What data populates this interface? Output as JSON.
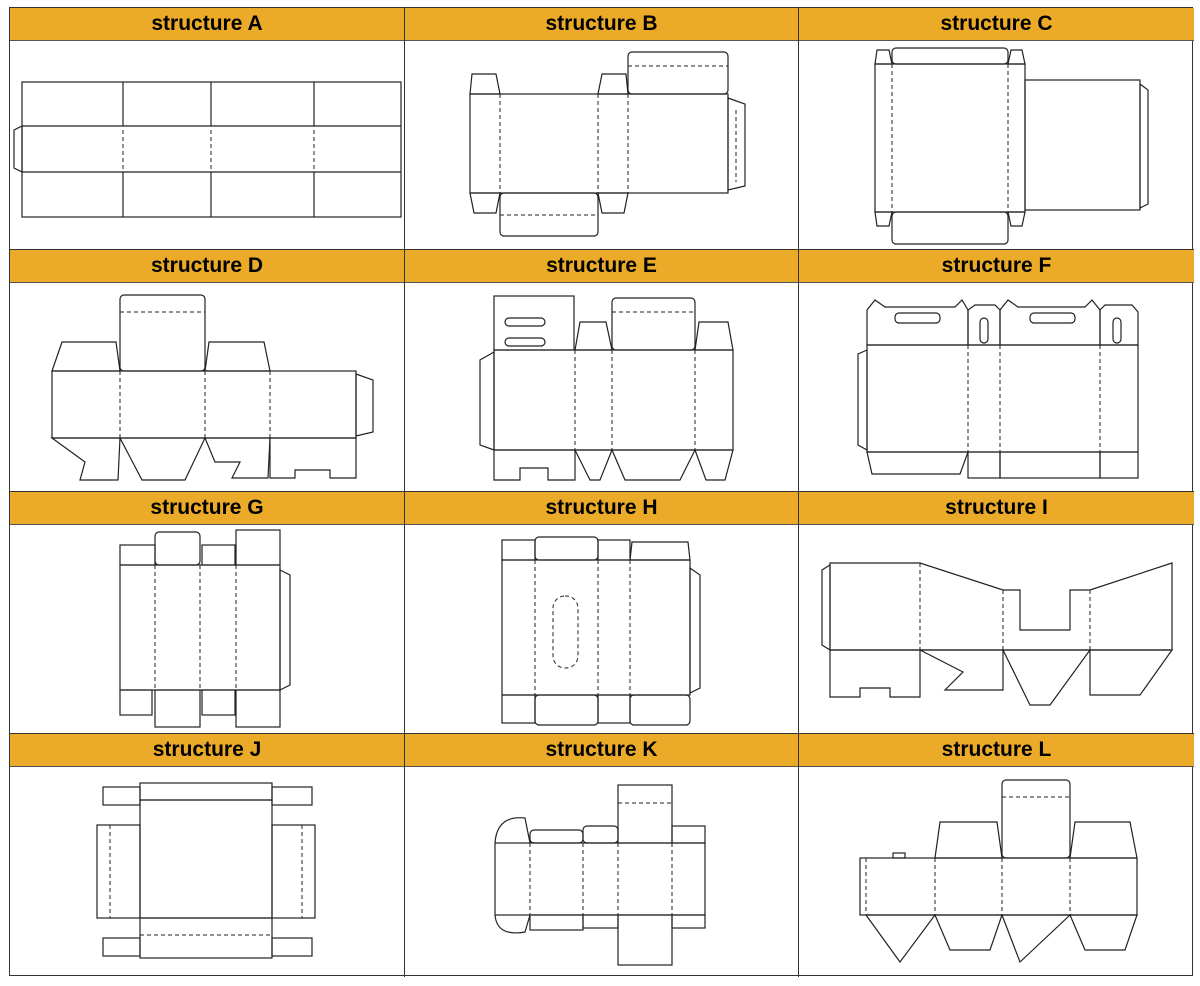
{
  "structures": [
    {
      "id": "A",
      "title": "structure A"
    },
    {
      "id": "B",
      "title": "structure B"
    },
    {
      "id": "C",
      "title": "structure C"
    },
    {
      "id": "D",
      "title": "structure D"
    },
    {
      "id": "E",
      "title": "structure E"
    },
    {
      "id": "F",
      "title": "structure F"
    },
    {
      "id": "G",
      "title": "structure G"
    },
    {
      "id": "H",
      "title": "structure H"
    },
    {
      "id": "I",
      "title": "structure I"
    },
    {
      "id": "J",
      "title": "structure J"
    },
    {
      "id": "K",
      "title": "structure K"
    },
    {
      "id": "L",
      "title": "structure L"
    }
  ],
  "colors": {
    "header": "#EBAA28",
    "line": "#222222"
  }
}
